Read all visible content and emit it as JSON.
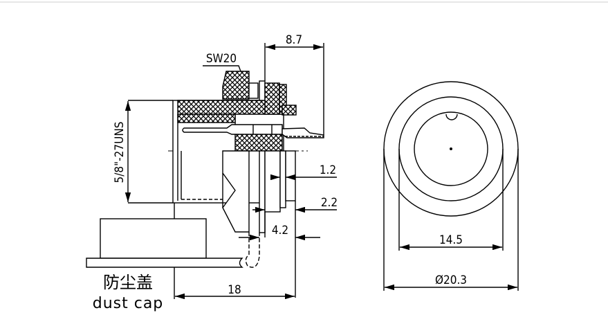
{
  "drawing": {
    "thread_label": "5/8\"-27UNS",
    "wrench_label": "SW20",
    "dims": {
      "d_8_7": "8.7",
      "d_1_2": "1.2",
      "d_2_2": "2.2",
      "d_4_2": "4.2",
      "d_18": "18",
      "d_14_5": "14.5",
      "d_20_3": "Ø20.3"
    },
    "dust_cap_cn": "防尘盖",
    "dust_cap_en": "dust cap"
  },
  "colors": {
    "line": "#000000",
    "border": "#cccccc"
  }
}
